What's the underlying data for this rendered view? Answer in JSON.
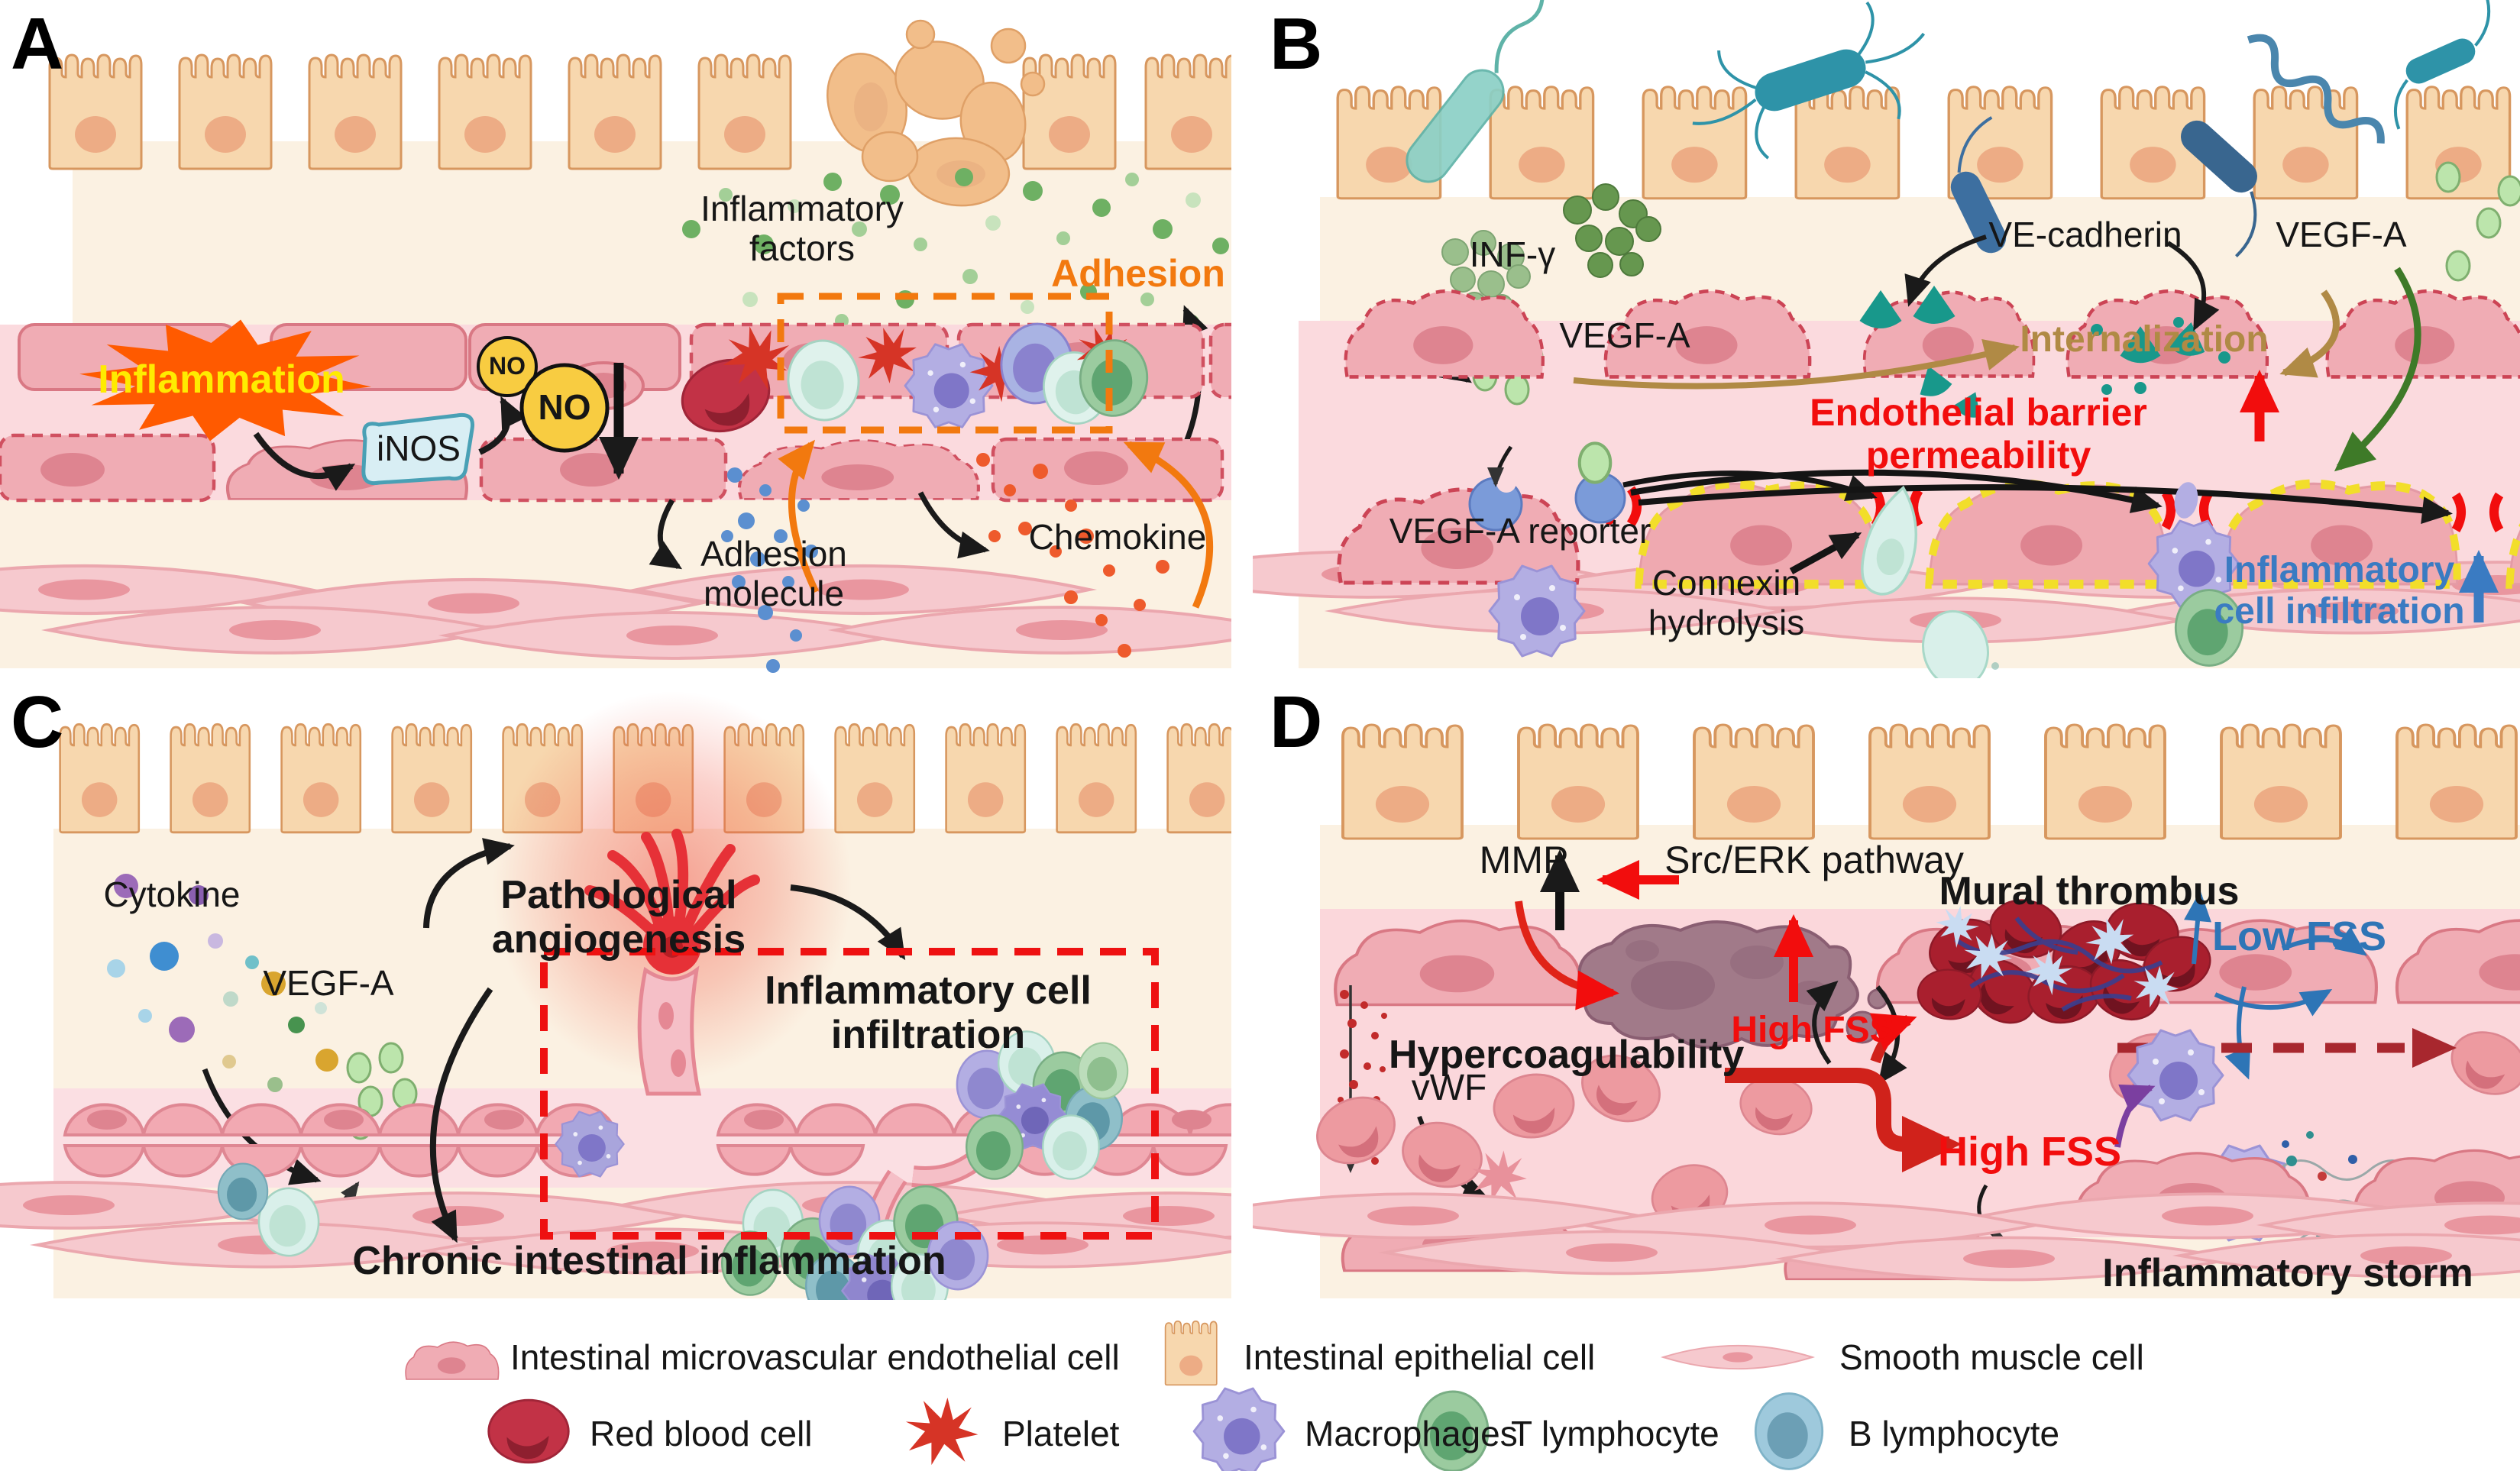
{
  "colors": {
    "accent_orange": "#F2790F",
    "alert_red": "#F20D0D",
    "info_blue": "#3A7BC2",
    "fss_blue": "#2E75B6",
    "internalization_tan": "#B08A45",
    "ve_cadherin_teal": "#18988B",
    "no_yellow": "#F8CC41",
    "inflammation_yellow": "#FFEB00",
    "epithelium_tan": "#F7D7AE",
    "endothelium_pink": "#F0ACB4",
    "lumen_pink": "#FBDADE",
    "stroma_cream": "#FBF1E2"
  },
  "panel_a": {
    "label": "A",
    "inflammation": "Inflammation",
    "inos": "iNOS",
    "no_small": "NO",
    "no_large": "NO",
    "inflammatory_factors": "Inflammatory factors",
    "adhesion": "Adhesion",
    "adhesion_molecule": "Adhesion molecule",
    "chemokine": "Chemokine"
  },
  "panel_b": {
    "label": "B",
    "inf_gamma": "INF-γ",
    "vegf_a_left": "VEGF-A",
    "ve_cadherin": "VE-cadherin",
    "vegf_a_right": "VEGF-A",
    "internalization": "Internalization",
    "barrier_permeability": "Endothelial barrier permeability",
    "vegf_a_reporter": "VEGF-A reporter",
    "connexin_hydrolysis": "Connexin hydrolysis",
    "inflammatory_cell_infiltration": "Inflammatory cell infiltration"
  },
  "panel_c": {
    "label": "C",
    "cytokine": "Cytokine",
    "vegf_a": "VEGF-A",
    "pathological_angiogenesis": "Pathological angiogenesis",
    "inflammatory_cell_infiltration": "Inflammatory cell infiltration",
    "chronic_intestinal_inflammation": "Chronic intestinal inflammation"
  },
  "panel_d": {
    "label": "D",
    "mmp": "MMP",
    "src_erk": "Src/ERK pathway",
    "vwf": "vWF",
    "high_fss_1": "High FSS",
    "mural_thrombus": "Mural thrombus",
    "low_fss": "Low FSS",
    "hypercoagulability": "Hypercoagulability",
    "high_fss_2": "High FSS",
    "inflammatory_storm": "Inflammatory storm"
  },
  "legend": {
    "items": [
      {
        "icon": "endothelial-cell-icon",
        "label": "Intestinal microvascular endothelial cell"
      },
      {
        "icon": "epithelial-cell-icon",
        "label": "Intestinal epithelial cell"
      },
      {
        "icon": "smooth-muscle-cell-icon",
        "label": "Smooth muscle cell"
      },
      {
        "icon": "red-blood-cell-icon",
        "label": "Red blood cell"
      },
      {
        "icon": "platelet-icon",
        "label": "Platelet"
      },
      {
        "icon": "macrophage-icon",
        "label": "Macrophages"
      },
      {
        "icon": "t-lymphocyte-icon",
        "label": "T lymphocyte"
      },
      {
        "icon": "b-lymphocyte-icon",
        "label": "B lymphocyte"
      }
    ]
  }
}
